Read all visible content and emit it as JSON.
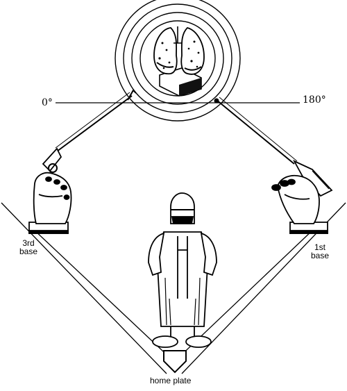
{
  "angles": {
    "start": "0°",
    "end": "180°"
  },
  "bases": {
    "third": "3rd\nbase",
    "first": "1st\nbase",
    "home": "home plate"
  }
}
